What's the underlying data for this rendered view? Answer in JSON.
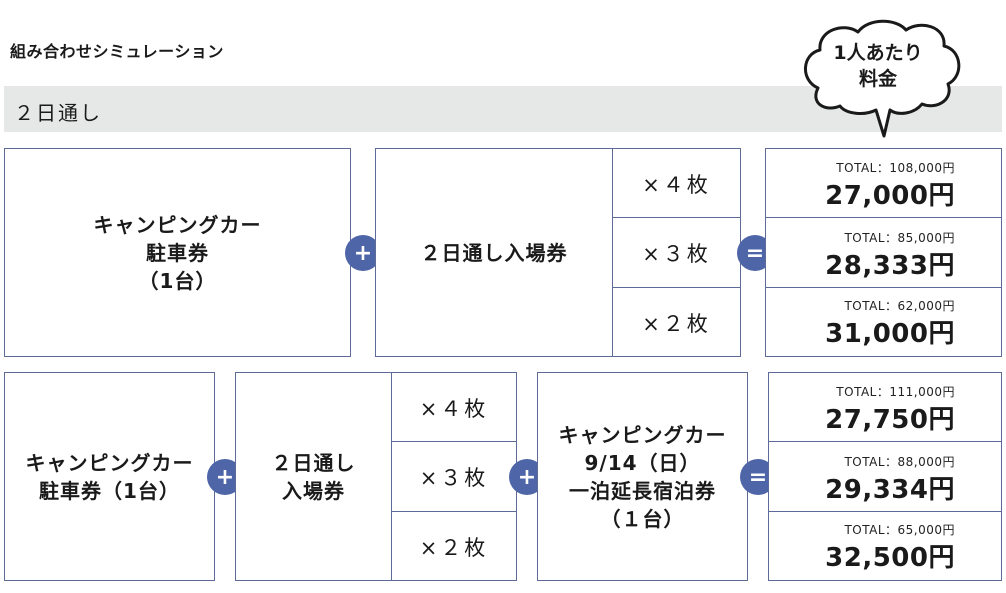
{
  "header": {
    "title": "組み合わせシミュレーション",
    "section": "２日通し"
  },
  "bubble": {
    "line1": "1人あたり",
    "line2": "料金"
  },
  "row1": {
    "parking": [
      "キャンピングカー",
      "駐車券",
      "（1台）"
    ],
    "pass": "２日通し入場券",
    "quantities": [
      "×４枚",
      "×３枚",
      "×２枚"
    ],
    "results": [
      {
        "total": "TOTAL：108,000円",
        "price": "27,000円"
      },
      {
        "total": "TOTAL：85,000円",
        "price": "28,333円"
      },
      {
        "total": "TOTAL：62,000円",
        "price": "31,000円"
      }
    ]
  },
  "row2": {
    "parking": [
      "キャンピングカー",
      "駐車券（1台）"
    ],
    "pass": [
      "２日通し",
      "入場券"
    ],
    "quantities": [
      "×４枚",
      "×３枚",
      "×２枚"
    ],
    "stay": [
      "キャンピングカー",
      "9/14（日）",
      "一泊延長宿泊券",
      "（１台）"
    ],
    "results": [
      {
        "total": "TOTAL：111,000円",
        "price": "27,750円"
      },
      {
        "total": "TOTAL：88,000円",
        "price": "29,334円"
      },
      {
        "total": "TOTAL：65,000円",
        "price": "32,500円"
      }
    ]
  },
  "operators": {
    "plus": "+",
    "equals": "="
  },
  "colors": {
    "border": "#5e6b98",
    "operator": "#4e66a8",
    "band": "#e6e8e8"
  }
}
